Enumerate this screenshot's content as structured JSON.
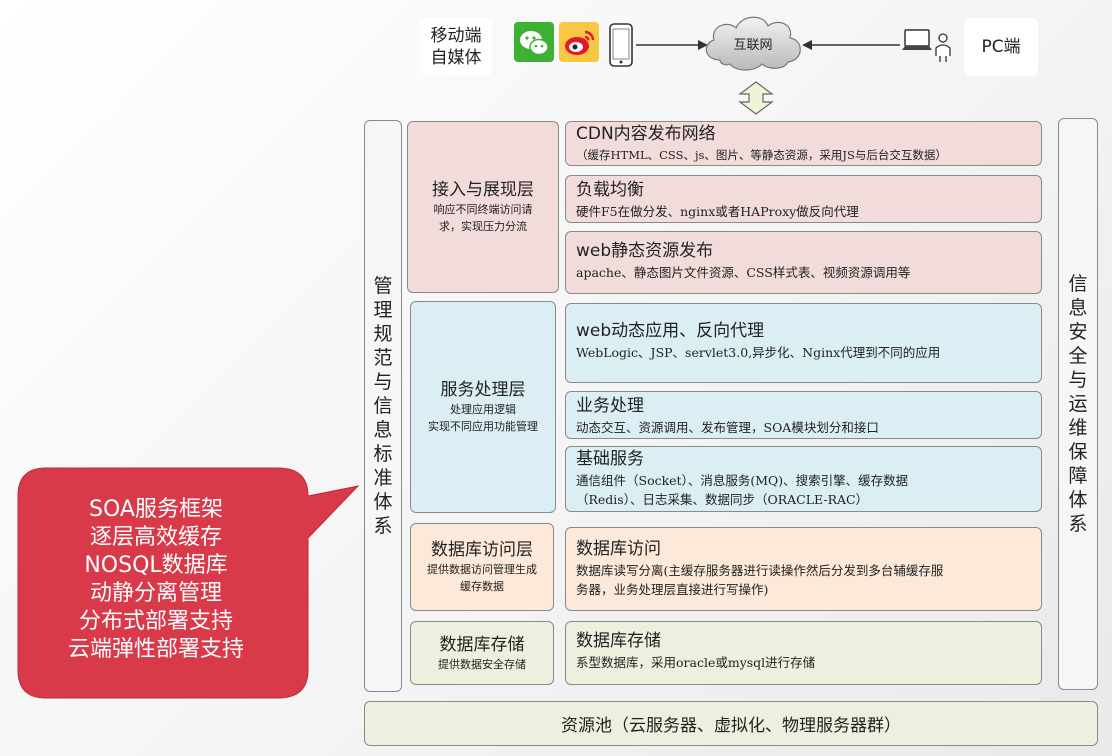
{
  "top": {
    "mobile_line1": "移动端",
    "mobile_line2": "自媒体",
    "internet": "互联网",
    "pc": "PC端"
  },
  "left_bar": "管理规范与信息标准体系",
  "right_bar": "信息安全与运维保障体系",
  "layers": [
    {
      "title": "接入与展现层",
      "sub1": "响应不同终端访问请",
      "sub2": "求，实现压力分流"
    },
    {
      "title": "服务处理层",
      "sub1": "处理应用逻辑",
      "sub2": "实现不同应用功能管理"
    },
    {
      "title": "数据库访问层",
      "sub1": "提供数据访问管理生成",
      "sub2": "缓存数据"
    },
    {
      "title": "数据库存储",
      "sub1": "提供数据安全存储",
      "sub2": ""
    }
  ],
  "items": [
    {
      "title": "CDN内容发布网络",
      "line1": "（缓存HTML、CSS、js、图片、等静态资源，采用JS与后台交互数据）",
      "line2": ""
    },
    {
      "title": "负载均衡",
      "line1": "硬件F5在做分发、nginx或者HAProxy做反向代理",
      "line2": ""
    },
    {
      "title": "web静态资源发布",
      "line1": "apache、静态图片文件资源、CSS样式表、视频资源调用等",
      "line2": ""
    },
    {
      "title": "web动态应用、反向代理",
      "line1": "WebLogic、JSP、servlet3.0,异步化、Nginx代理到不同的应用",
      "line2": ""
    },
    {
      "title": "业务处理",
      "line1": "动态交互、资源调用、发布管理，SOA模块划分和接口",
      "line2": ""
    },
    {
      "title": "基础服务",
      "line1": "通信组件（Socket）、消息服务(MQ)、搜索引擎、缓存数据",
      "line2": "（Redis）、日志采集、数据同步（ORACLE-RAC）"
    },
    {
      "title": "数据库访问",
      "line1": "数据库读写分离(主缓存服务器进行读操作然后分发到多台辅缓存服",
      "line2": "务器，业务处理层直接进行写操作)"
    },
    {
      "title": "数据库存储",
      "line1": "系型数据库，采用oracle或mysql进行存储",
      "line2": ""
    }
  ],
  "bottom": "资源池（云服务器、虚拟化、物理服务器群）",
  "callout": [
    "SOA服务框架",
    "逐层高效缓存",
    "NOSQL数据库",
    "动静分离管理",
    "分布式部署支持",
    "云端弹性部署支持"
  ],
  "colors": {
    "pink": "#f2dcdb",
    "blue": "#dbeef4",
    "orange": "#fde9d9",
    "green": "#ebf1de",
    "callout": "#d93a4a"
  }
}
